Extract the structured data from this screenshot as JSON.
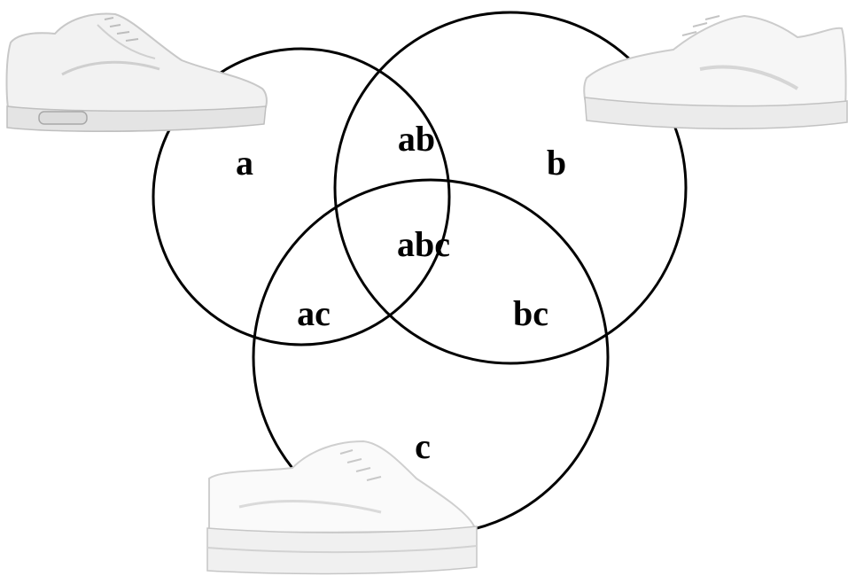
{
  "diagram": {
    "type": "venn",
    "sets": [
      {
        "id": "a",
        "image": "sneaker-icon"
      },
      {
        "id": "b",
        "image": "sneaker-icon"
      },
      {
        "id": "c",
        "image": "sneaker-icon"
      }
    ],
    "region_labels": {
      "a": "a",
      "b": "b",
      "c": "c",
      "ab": "ab",
      "ac": "ac",
      "bc": "bc",
      "abc": "abc"
    },
    "colors": {
      "line": "#000000",
      "background": "#ffffff",
      "shoe_body": "#f7f7f7",
      "shoe_shadow": "#d9d9d9"
    }
  }
}
